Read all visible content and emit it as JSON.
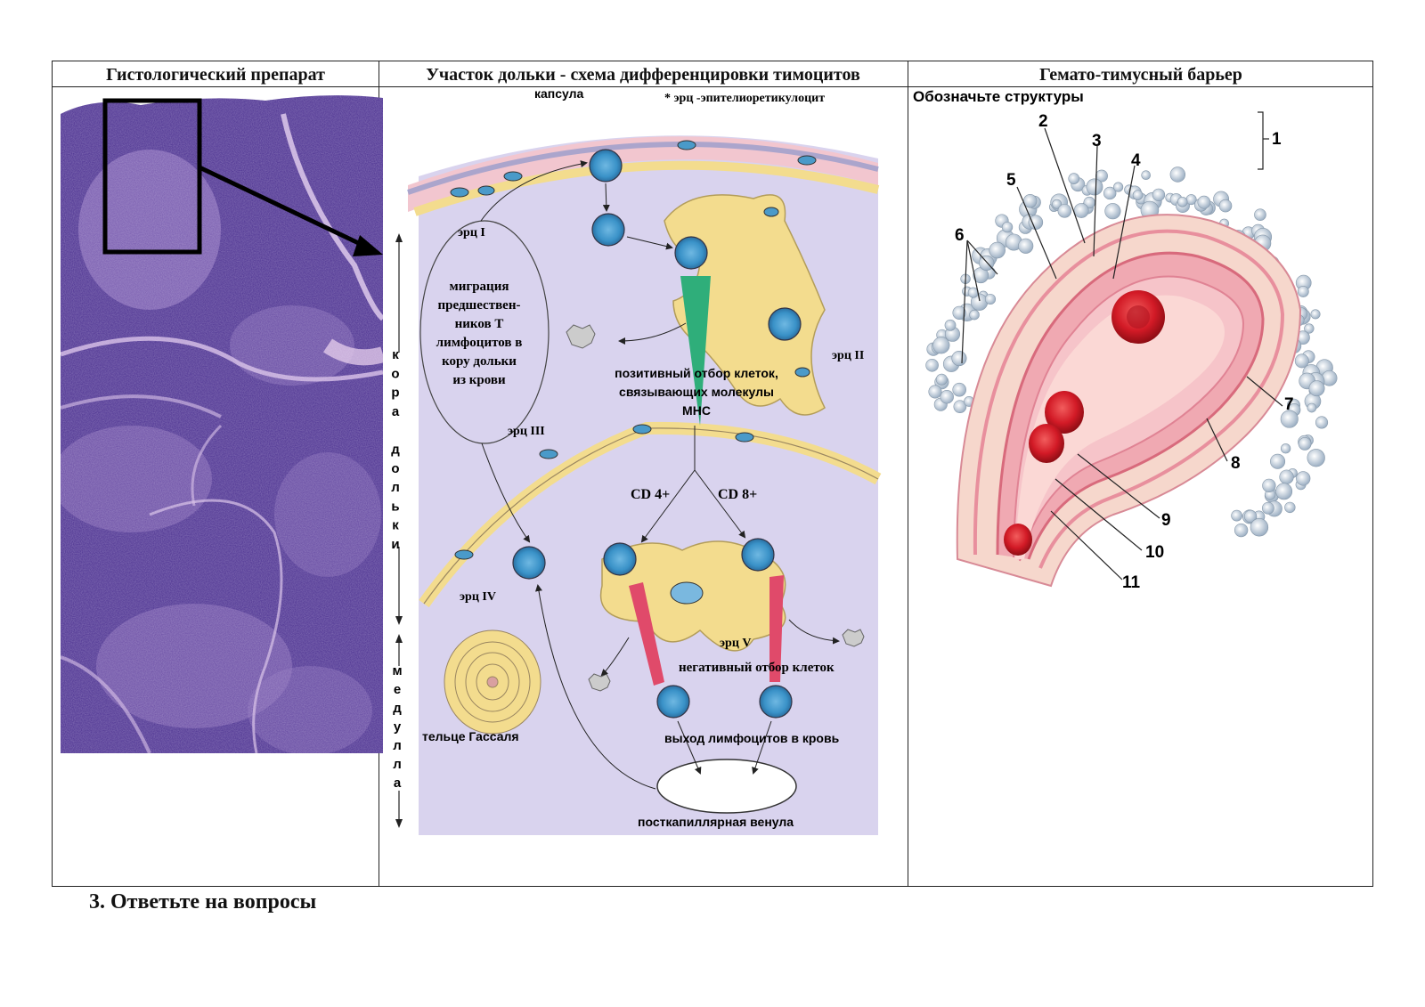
{
  "headers": {
    "col1": "Гистологический препарат",
    "col2": "Участок  дольки - схема дифференцировки тимоцитов",
    "col3": "Гемато-тимусный барьер"
  },
  "diagram": {
    "capsule": "капсула",
    "erc_note": "* эрц -эпителиоретикулоцит",
    "erc1": "эрц I",
    "erc2": "эрц II",
    "erc3": "эрц III",
    "erc4": "эрц IV",
    "erc5": "эрц V",
    "migration": [
      "миграция",
      "предшествен-",
      "ников Т",
      "лимфоцитов в",
      "кору дольки",
      "из крови"
    ],
    "positive": [
      "позитивный отбор клеток,",
      "связывающих  молекулы",
      "MHC"
    ],
    "cd4": "CD 4+",
    "cd8": "CD 8+",
    "negative": "негативный отбор клеток",
    "hassal": "тельце Гассаля",
    "exit": "выход лимфоцитов в кровь",
    "venule": "посткапиллярная венула",
    "cortex_letters": [
      "к",
      "о",
      "р",
      "а",
      "",
      "д",
      "о",
      "л",
      "ь",
      "к",
      "и"
    ],
    "medulla_letters": [
      "м",
      "е",
      "д",
      "у",
      "л",
      "л",
      "а"
    ]
  },
  "barrier": {
    "instruction": "Обозначьте  структуры",
    "numbers": [
      "1",
      "2",
      "3",
      "4",
      "5",
      "6",
      "7",
      "8",
      "9",
      "10",
      "11"
    ]
  },
  "question": "3.  Ответьте на вопросы",
  "colors": {
    "histology_bg": "#4a2f8f",
    "diagram_bg": "#d9d3ee",
    "capsule": "#f2c6cf",
    "epithelial": "#f3dc8e",
    "lymphocyte": "#3a92c8",
    "positive_arrow": "#2fae7a",
    "negative_arrow": "#e04a6a",
    "vessel_wall": "#f0a9b2",
    "erythrocyte": "#d21a26"
  }
}
